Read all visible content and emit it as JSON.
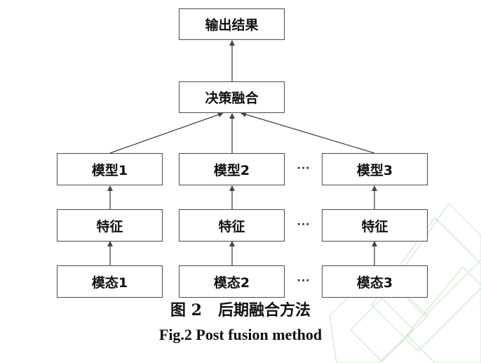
{
  "nodes": {
    "output": "输出结果",
    "decision": "决策融合",
    "model_1": "模型1",
    "model_2": "模型2",
    "model_3": "模型3",
    "feature_1": "特征",
    "feature_2": "特征",
    "feature_3": "特征",
    "modality_1": "模态1",
    "modality_2": "模态2",
    "modality_3": "模态3",
    "ellipsis": "···"
  },
  "caption": {
    "cn": "图 2   后期融合方法",
    "en": "Fig.2 Post fusion method"
  },
  "colors": {
    "box_border": "#4a4a4a",
    "arrow": "#444444",
    "text": "#111111",
    "watermark": "#c8ecc8"
  }
}
